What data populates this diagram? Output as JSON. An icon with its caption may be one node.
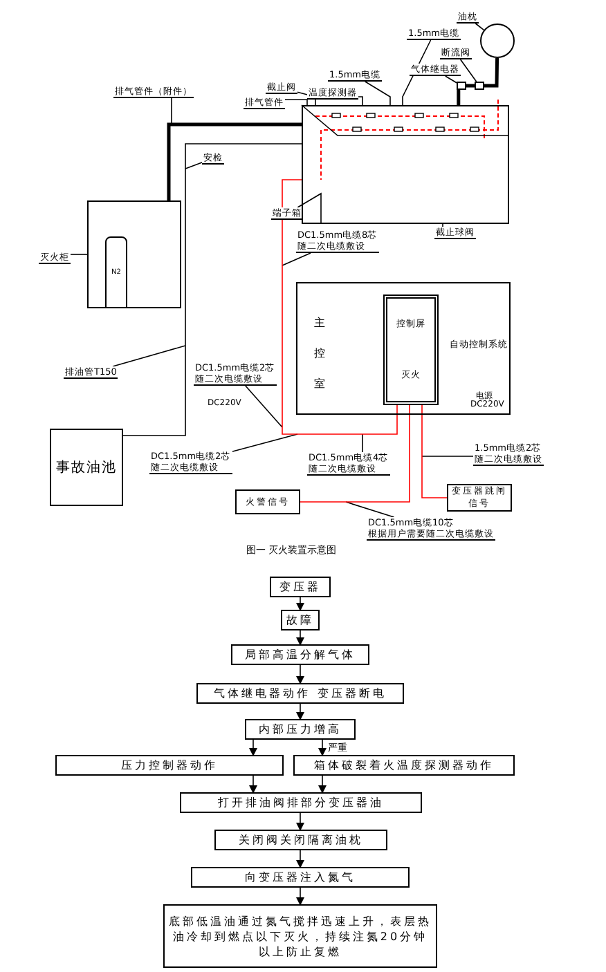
{
  "diagram": {
    "caption": "图一 灭火装置示意图",
    "nodes": [
      {
        "text": [
          "油枕"
        ]
      },
      {
        "text": [],
        "shape": "circle"
      },
      {
        "text": [
          "1.5mm电缆"
        ]
      },
      {
        "text": [
          "断流阀"
        ]
      },
      {
        "text": [
          "气体继电器"
        ]
      },
      {
        "text": [
          "1.5mm电缆"
        ]
      },
      {
        "text": [
          "温度探测器"
        ]
      },
      {
        "text": [
          "截止阀"
        ]
      },
      {
        "text": [
          "排气管件（附件）"
        ]
      },
      {
        "text": [
          "排气管件"
        ]
      },
      {
        "text": [
          "安检"
        ]
      },
      {
        "text": [
          "端子箱"
        ]
      },
      {
        "text": [
          "截止球阀"
        ]
      },
      {
        "text": [
          "DC1.5mm电缆8芯",
          "随二次电缆敷设"
        ]
      },
      {
        "text": [],
        "shape": "box"
      },
      {
        "text": [
          "灭火柜"
        ]
      },
      {
        "text": [],
        "shape": "box"
      },
      {
        "text": [
          "N2"
        ],
        "in": 16
      },
      {
        "text": [
          "排油管T150"
        ]
      },
      {
        "text": [
          "事故油池"
        ]
      },
      {
        "text": [
          "主控室",
          "自动控制系统"
        ]
      },
      {
        "text": [
          "控制屏",
          "灭火"
        ],
        "in": 20
      },
      {
        "text": [
          "DC1.5mm电缆2芯",
          "随二次电缆敷设"
        ]
      },
      {
        "text": [
          "DC1.5mm电缆2芯",
          "随二次电缆敷设"
        ]
      },
      {
        "text": [
          "DC1.5mm电缆4芯",
          "随二次电缆敷设"
        ]
      },
      {
        "text": [
          "1.5mm电缆2芯",
          "随二次电缆敷设"
        ]
      },
      {
        "text": [
          "火警信号"
        ]
      },
      {
        "text": [
          "变压器跳闸信号"
        ]
      },
      {
        "text": [
          "DC1.5mm电缆10芯",
          "根据用户需要随二次电缆敷设"
        ]
      },
      {
        "text": [
          "变压器"
        ]
      },
      {
        "text": [
          "故障"
        ]
      },
      {
        "text": [
          "局部高温分解气体"
        ]
      },
      {
        "text": [
          "气体继电器动作 变压器断电"
        ]
      },
      {
        "text": [
          "内部压力增高"
        ]
      },
      {
        "text": [
          "压力控制器动作"
        ]
      },
      {
        "text": [
          "箱体破裂着火温度探测器动作"
        ]
      },
      {
        "text": [
          "打开排油阀排部分变压器油"
        ]
      },
      {
        "text": [
          "关闭阀关闭隔离油枕"
        ]
      },
      {
        "text": [
          "向变压器注入氮气"
        ]
      },
      {
        "text": [
          "底部低温油通过氮气搅拌迅速上升，表层热油冷却到燃点以下灭火，持续注氮20分钟以上防止复燃"
        ]
      },
      {
        "text": [],
        "shape": "box"
      },
      {
        "text": [],
        "shape": "box"
      }
    ],
    "edges": [
      {
        "from": 0,
        "to": 1,
        "arrow": "none"
      },
      {
        "from": 2,
        "to": 14,
        "arrow": "none"
      },
      {
        "from": 3,
        "to": 40,
        "arrow": "none"
      },
      {
        "from": 4,
        "to": 41,
        "arrow": "none"
      },
      {
        "from": 5,
        "to": 14,
        "arrow": "none"
      },
      {
        "from": 6,
        "to": 14,
        "arrow": "none"
      },
      {
        "from": 7,
        "to": 14,
        "arrow": "none"
      },
      {
        "from": 8,
        "to": null,
        "arrow": "none"
      },
      {
        "from": 9,
        "to": 14,
        "arrow": "none"
      },
      {
        "from": 10,
        "to": null,
        "arrow": "none"
      },
      {
        "from": 11,
        "to": 14,
        "arrow": "none"
      },
      {
        "from": 12,
        "to": 14,
        "arrow": "none"
      },
      {
        "from": 13,
        "to": null,
        "arrow": "none"
      },
      {
        "from": 15,
        "to": 16,
        "arrow": "none"
      },
      {
        "from": 18,
        "to": null,
        "arrow": "none"
      },
      {
        "from": 22,
        "to": null,
        "arrow": "none"
      },
      {
        "from": 23,
        "to": null,
        "arrow": "none"
      },
      {
        "from": 24,
        "to": null,
        "arrow": "none"
      },
      {
        "from": 25,
        "to": null,
        "arrow": "none"
      },
      {
        "from": 28,
        "to": null,
        "arrow": "none"
      },
      {
        "from": 21,
        "to": 26,
        "arrow": "none",
        "color": "#ff0000"
      },
      {
        "from": 21,
        "to": 27,
        "arrow": "none",
        "color": "#ff0000"
      },
      {
        "from": 21,
        "to": 14,
        "arrow": "none",
        "color": "#ff0000"
      },
      {
        "from": 16,
        "to": 14,
        "arrow": "none",
        "style": "thick"
      },
      {
        "from": 14,
        "to": 19,
        "arrow": "none"
      },
      {
        "from": 29,
        "to": 30,
        "arrow": "to"
      },
      {
        "from": 30,
        "to": 31,
        "arrow": "to"
      },
      {
        "from": 31,
        "to": 32,
        "arrow": "to"
      },
      {
        "from": 32,
        "to": 33,
        "arrow": "to"
      },
      {
        "from": 33,
        "to": 34,
        "arrow": "to"
      },
      {
        "from": 33,
        "to": 35,
        "arrow": "to",
        "label": "严重"
      },
      {
        "from": 34,
        "to": 36,
        "arrow": "to"
      },
      {
        "from": 35,
        "to": 36,
        "arrow": "to"
      },
      {
        "from": 36,
        "to": 37,
        "arrow": "to"
      },
      {
        "from": 37,
        "to": 38,
        "arrow": "to"
      },
      {
        "from": 38,
        "to": 39,
        "arrow": "to"
      },
      {
        "from": 1,
        "to": 40,
        "arrow": "none",
        "style": "thick"
      },
      {
        "from": 40,
        "to": 41,
        "arrow": "none",
        "style": "thick"
      },
      {
        "from": 41,
        "to": 14,
        "arrow": "none",
        "style": "thick"
      }
    ],
    "labels": [
      "DC220V",
      "电源",
      "DC220V"
    ]
  }
}
